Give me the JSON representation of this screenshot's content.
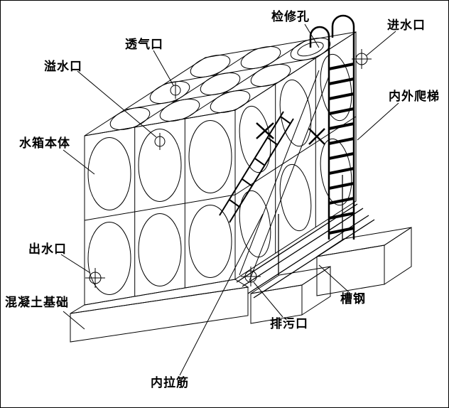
{
  "page": {
    "background": "#ffffff",
    "line_color": "#000000"
  },
  "labels": {
    "manhole": "检修孔",
    "inlet": "进水口",
    "vent": "透气口",
    "overflow": "溢水口",
    "ladder": "内外爬梯",
    "tank_body": "水箱本体",
    "outlet": "出水口",
    "foundation": "混凝土基础",
    "channel_steel": "槽钢",
    "drain": "排污口",
    "tie_rod": "内拉筋"
  }
}
